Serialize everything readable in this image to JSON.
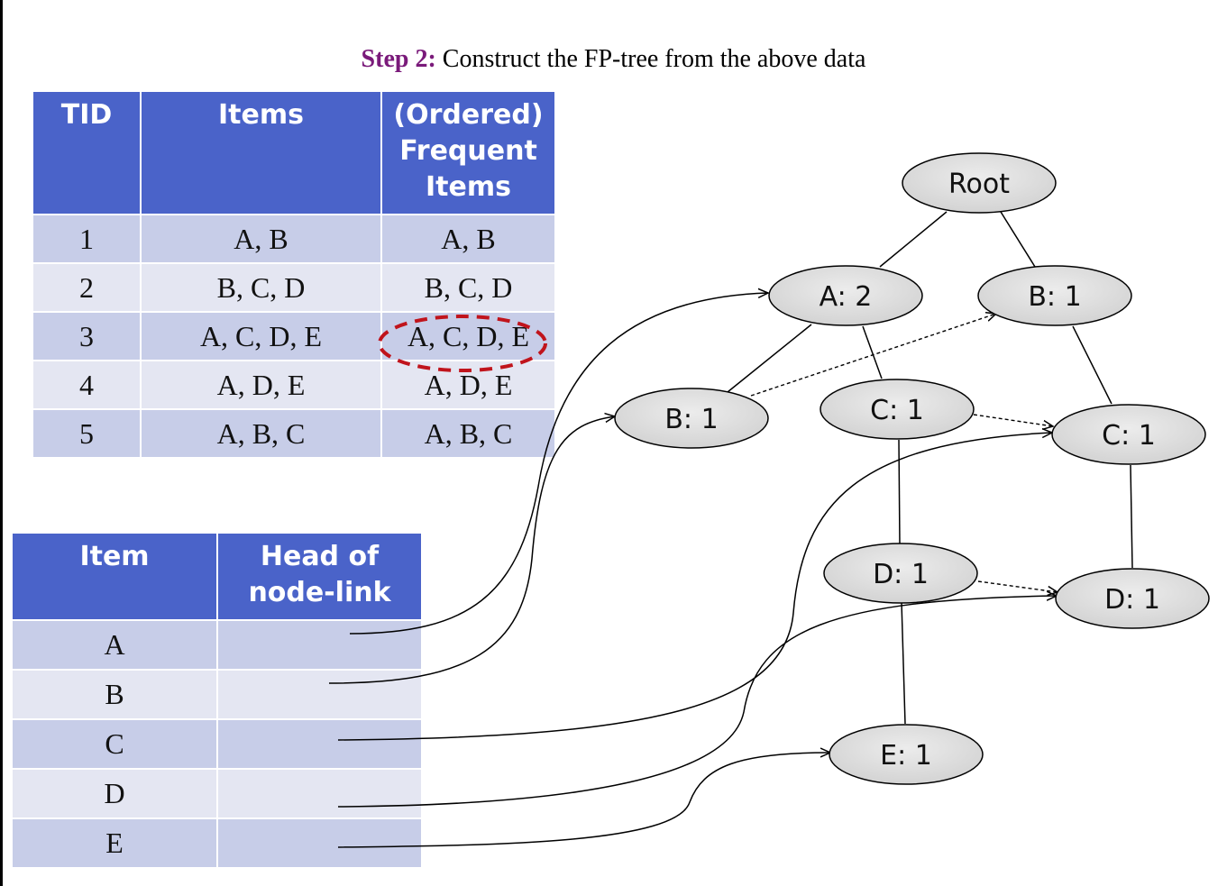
{
  "heading": {
    "step": "Step 2:",
    "text": " Construct the FP-tree from the above data"
  },
  "transactions": {
    "headers": [
      "TID",
      "Items",
      "(Ordered) Frequent Items"
    ],
    "rows": [
      [
        "1",
        "A, B",
        "A, B"
      ],
      [
        "2",
        "B, C, D",
        "B, C, D"
      ],
      [
        "3",
        "A, C, D, E",
        "A, C, D, E"
      ],
      [
        "4",
        "A, D, E",
        "A, D, E"
      ],
      [
        "5",
        "A, B, C",
        "A, B, C"
      ]
    ]
  },
  "header_table": {
    "headers": [
      "Item",
      "Head of node-link"
    ],
    "items": [
      "A",
      "B",
      "C",
      "D",
      "E"
    ]
  },
  "tree": {
    "nodes": {
      "root": "Root",
      "a2": "A: 2",
      "b1_top": "B: 1",
      "b1_left": "B: 1",
      "c1_mid": "C: 1",
      "c1_right": "C: 1",
      "d1_mid": "D: 1",
      "d1_right": "D: 1",
      "e1": "E: 1"
    }
  },
  "colors": {
    "header_fill": "#4a63c9",
    "row_dark": "#c7cde8",
    "row_light": "#e4e6f2",
    "node_fill": "#d9d9d9",
    "highlight": "#c0141c",
    "step_color": "#7a1a7a"
  }
}
